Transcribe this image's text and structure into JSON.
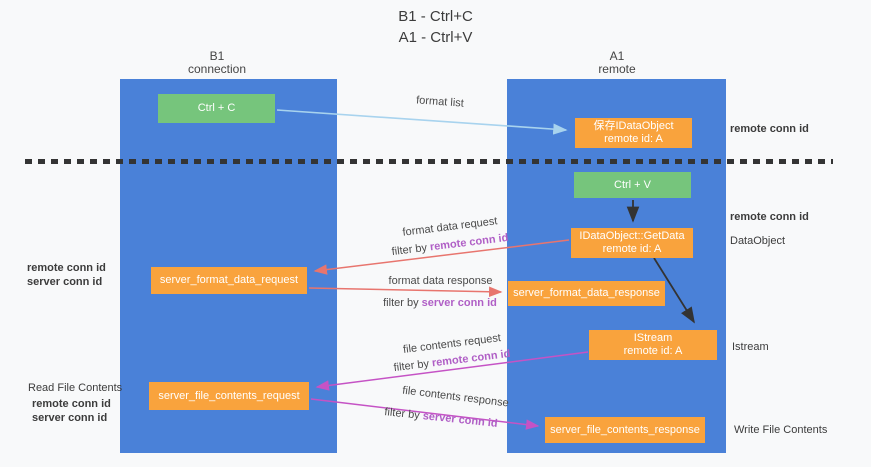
{
  "title": {
    "line1": "B1 - Ctrl+C",
    "line2": "A1 - Ctrl+V"
  },
  "columns": {
    "left": {
      "name": "B1",
      "role": "connection"
    },
    "right": {
      "name": "A1",
      "role": "remote"
    }
  },
  "boxes": {
    "ctrl_c": {
      "label": "Ctrl + C"
    },
    "ctrl_v": {
      "label": "Ctrl + V"
    },
    "save_idataobject": {
      "line1": "保存IDataObject",
      "line2": "remote id: A"
    },
    "idataobject_getdata": {
      "line1": "IDataObject::GetData",
      "line2": "remote id: A"
    },
    "istream": {
      "line1": "IStream",
      "line2": "remote id: A"
    },
    "server_format_data_request": {
      "label": "server_format_data_request"
    },
    "server_format_data_response": {
      "label": "server_format_data_response"
    },
    "server_file_contents_request": {
      "label": "server_file_contents_request"
    },
    "server_file_contents_response": {
      "label": "server_file_contents_response"
    }
  },
  "arrow_labels": {
    "format_list": "format list",
    "format_data_request": "format data request",
    "format_data_response": "format data response",
    "file_contents_request": "file contents request",
    "file_contents_response": "file contents response",
    "filter_by": "filter by",
    "remote_conn_id": "remote conn id",
    "server_conn_id": "server conn id"
  },
  "side_labels": {
    "remote_conn_id_top_right": "remote conn id",
    "remote_conn_id_mid_right": "remote conn id",
    "dataobject": "DataObject",
    "istream": "Istream",
    "write_file_contents": "Write File Contents",
    "read_file_contents": "Read File Contents",
    "remote_conn_id_left_1": "remote conn id",
    "server_conn_id_left_1": "server conn id",
    "remote_conn_id_left_2": "remote conn id",
    "server_conn_id_left_2": "server conn id"
  },
  "colors": {
    "column_blue": "#4a81d8",
    "box_orange": "#f9a33d",
    "box_green": "#76c57c",
    "arrow_red": "#e8756e",
    "arrow_magenta": "#c553c5",
    "arrow_light_blue": "#a8d3ee",
    "arrow_black": "#333333",
    "label_purple": "#b05fc6",
    "label_green": "#5cb85c"
  }
}
